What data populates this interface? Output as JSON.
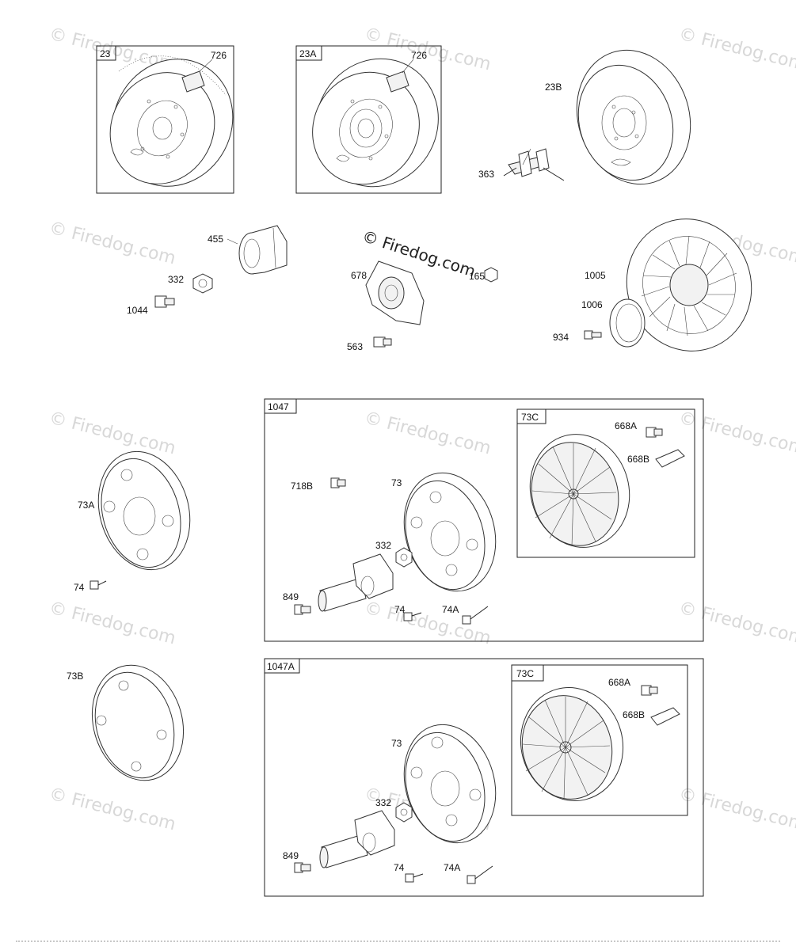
{
  "watermark": "© Firedog.com",
  "center_watermark": "© Firedog.com",
  "boxes": {
    "b23": "23",
    "b23a": "23A",
    "b1047": "1047",
    "b1047a": "1047A",
    "b73c_1": "73C",
    "b73c_2": "73C"
  },
  "callouts": {
    "c726_1": "726",
    "c726_2": "726",
    "c23b": "23B",
    "c363": "363",
    "c455": "455",
    "c332_top": "332",
    "c1044": "1044",
    "c678": "678",
    "c563": "563",
    "c165": "165",
    "c1005": "1005",
    "c1006": "1006",
    "c934": "934",
    "c73a": "73A",
    "c74_left": "74",
    "c73b": "73B",
    "c718b": "718B",
    "c73_1": "73",
    "c332_1": "332",
    "c849_1": "849",
    "c74_1": "74",
    "c74a_1": "74A",
    "c668a_1": "668A",
    "c668b_1": "668B",
    "c73_2": "73",
    "c332_2": "332",
    "c849_2": "849",
    "c74_2": "74",
    "c74a_2": "74A",
    "c668a_2": "668A",
    "c668b_2": "668B"
  }
}
